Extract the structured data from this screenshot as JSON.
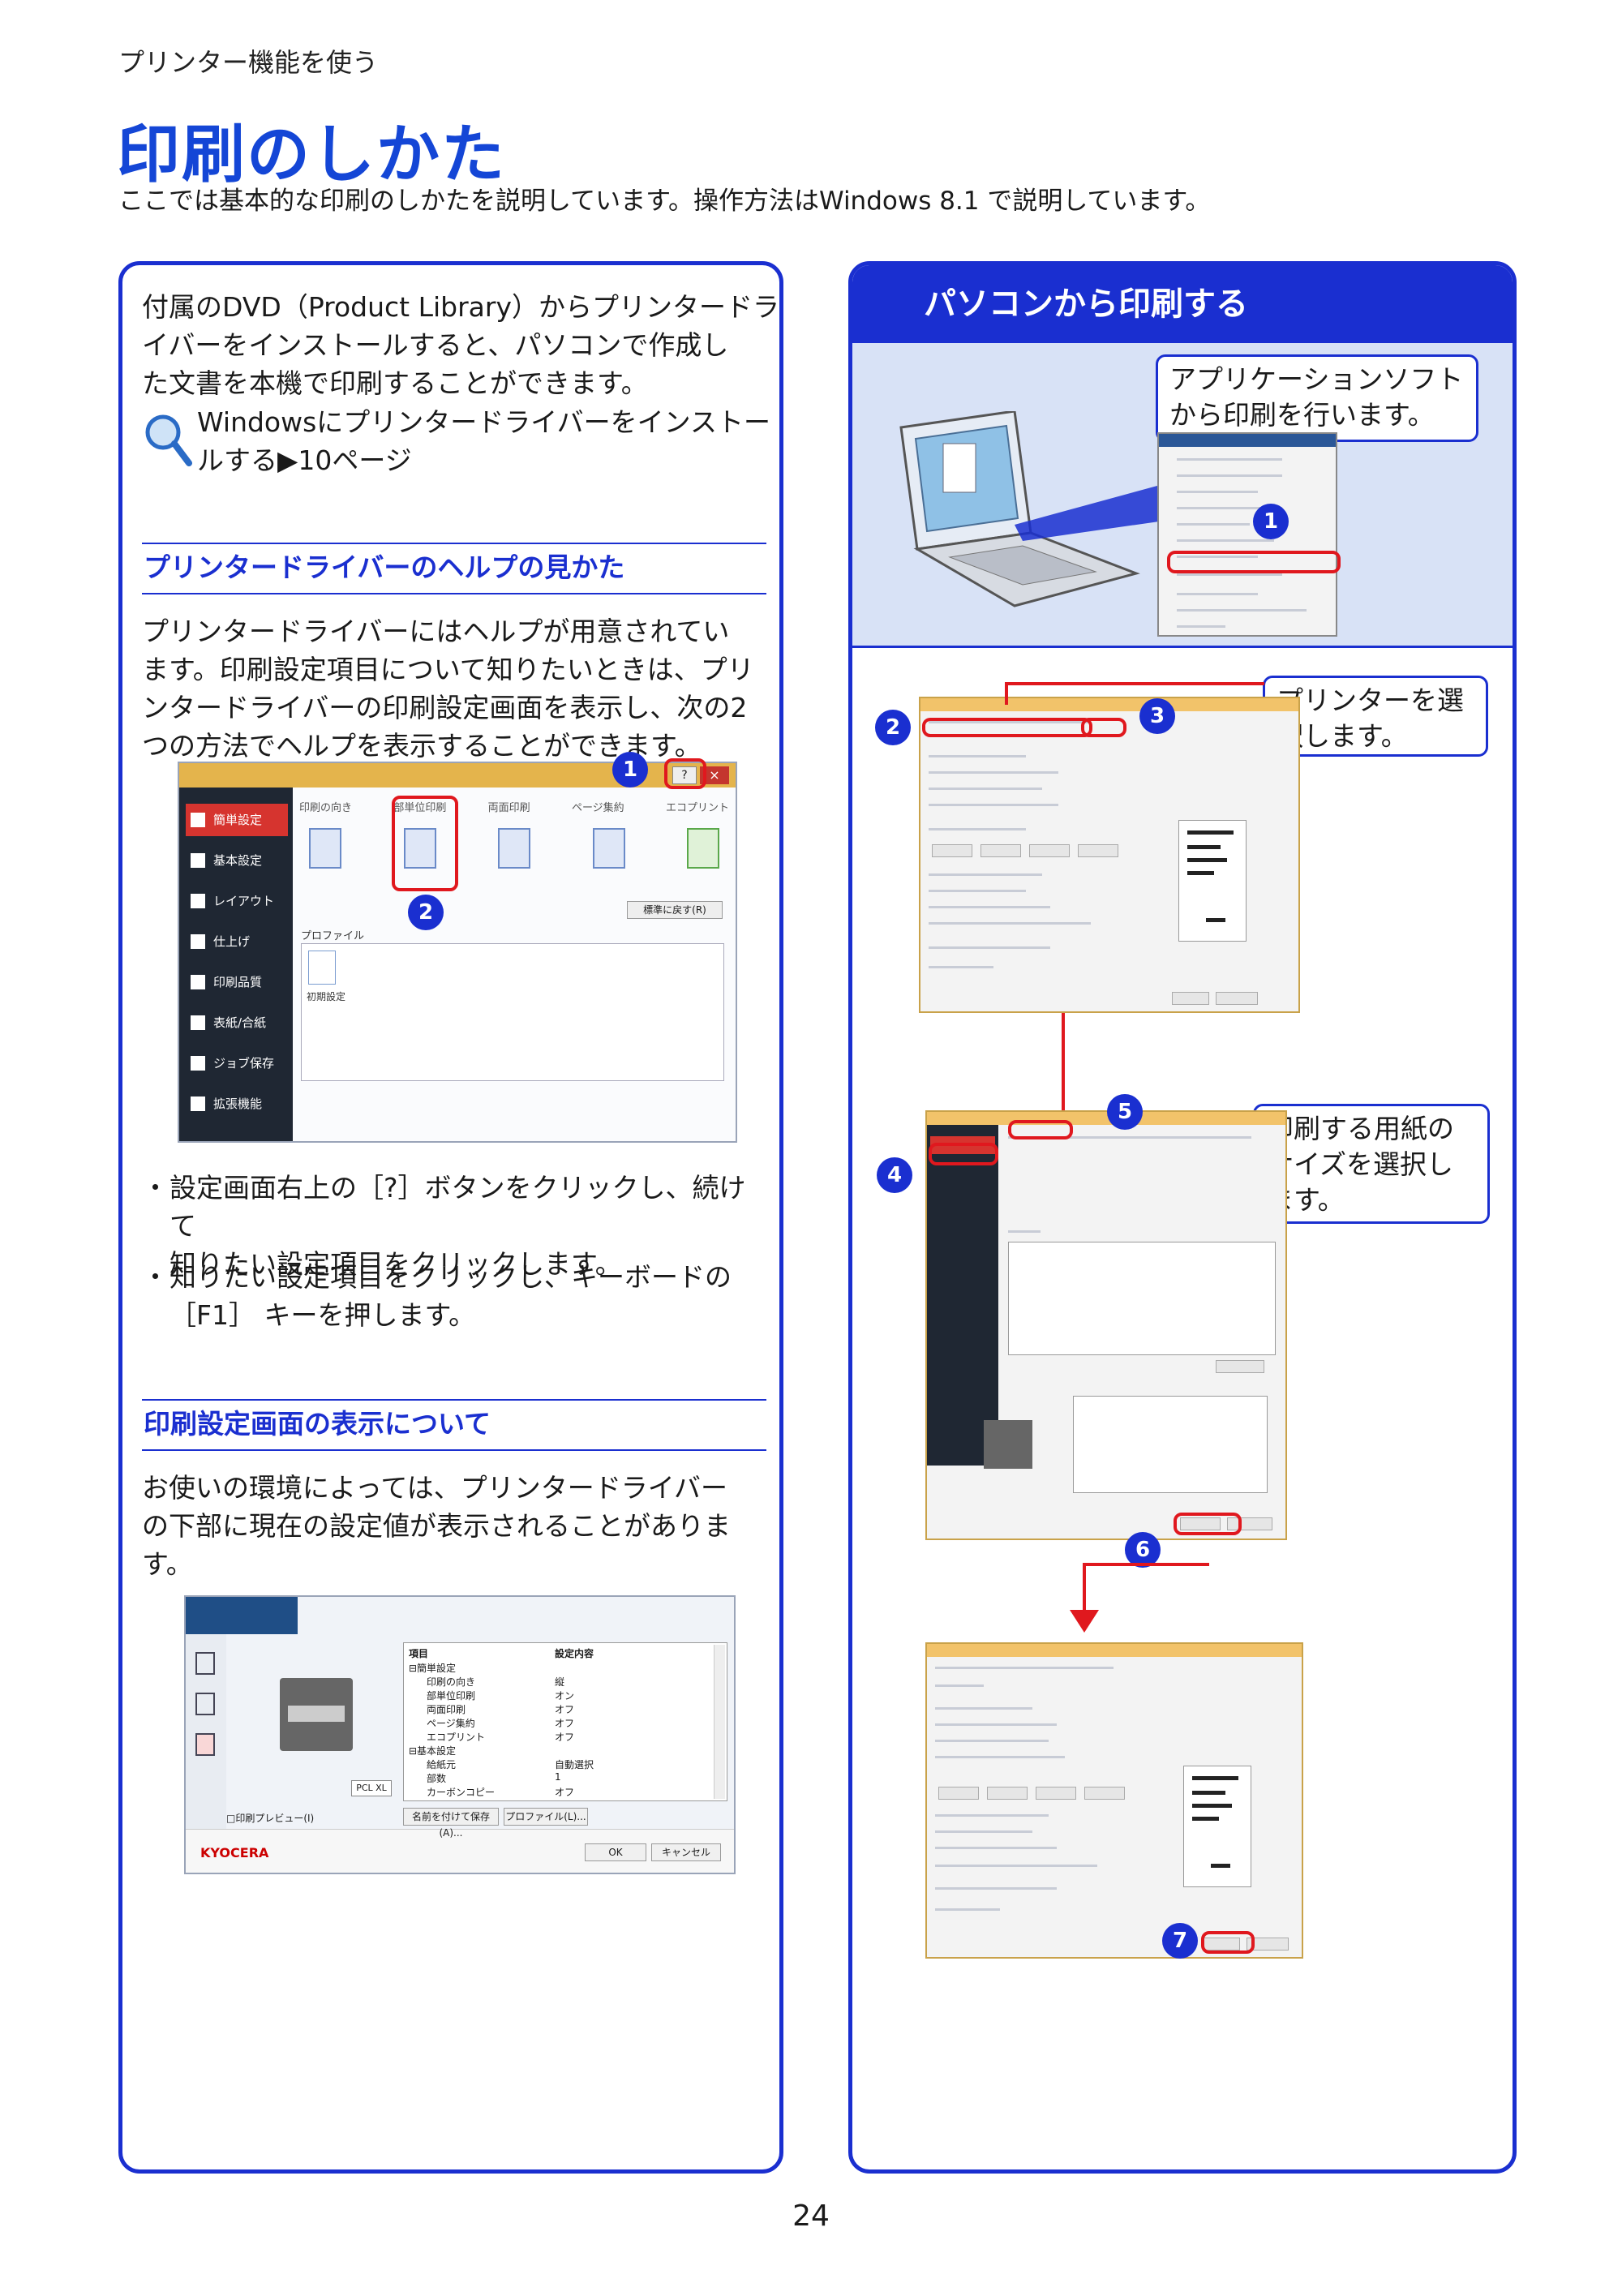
{
  "header": {
    "breadcrumb": "プリンター機能を使う",
    "title": "印刷のしかた",
    "intro": "ここでは基本的な印刷のしかたを説明しています。操作方法はWindows 8.1 で説明しています。"
  },
  "left": {
    "p1_line1": "付属のDVD（Product Library）からプリンタードラ",
    "p1_line2": "イバーをインストールすると、パソコンで作成し",
    "p1_line3": "た文書を本機で印刷することができます。",
    "ref_line1": "Windowsにプリンタードライバーをインストー",
    "ref_line2": "ルする▶10ページ",
    "sub1": "プリンタードライバーのヘルプの見かた",
    "p2_line1": "プリンタードライバーにはヘルプが用意されてい",
    "p2_line2": "ます。印刷設定項目について知りたいときは、プリ",
    "p2_line3": "ンタードライバーの印刷設定画面を表示し、次の2",
    "p2_line4": "つの方法でヘルプを表示することができます。",
    "bullet_dot": "・",
    "bullet1_line1": "設定画面右上の［?］ボタンをクリックし、続けて",
    "bullet1_line2": "知りたい設定項目をクリックします。",
    "bullet2_line1": "知りたい設定項目をクリックし、キーボードの",
    "bullet2_line2": "［F1］ キーを押します。",
    "sub2": "印刷設定画面の表示について",
    "p3_line1": "お使いの環境によっては、プリンタードライバー",
    "p3_line2": "の下部に現在の設定値が表示されることがありま",
    "p3_line3": "す。"
  },
  "driver_shot": {
    "help_btn": "?",
    "close_btn": "×",
    "sidebar": [
      "簡単設定",
      "基本設定",
      "レイアウト",
      "仕上げ",
      "印刷品質",
      "表紙/合紙",
      "ジョブ保存",
      "拡張機能"
    ],
    "tabs": [
      "印刷の向き",
      "部単位印刷",
      "両面印刷",
      "ページ集約",
      "エコプリント"
    ],
    "reset_btn": "標準に戻す(R)",
    "profile_label": "プロファイル",
    "profile_doc": "初期設定"
  },
  "summary_shot": {
    "col_item": "項目",
    "col_value": "設定内容",
    "rows": [
      [
        "⊟簡単設定",
        ""
      ],
      [
        "印刷の向き",
        "縦"
      ],
      [
        "部単位印刷",
        "オン"
      ],
      [
        "両面印刷",
        "オフ"
      ],
      [
        "ページ集約",
        "オフ"
      ],
      [
        "エコプリント",
        "オフ"
      ],
      [
        "⊟基本設定",
        ""
      ],
      [
        "給紙元",
        "自動選択"
      ],
      [
        "部数",
        "1"
      ],
      [
        "カーボンコピー",
        "オフ"
      ]
    ],
    "pcl": "PCL XL",
    "preview_chk": "□印刷プレビュー(I)",
    "save_btn": "名前を付けて保存(A)...",
    "profile_btn": "プロファイル(L)...",
    "ok_btn": "OK",
    "cancel_btn": "キャンセル",
    "brand": "KYOCERA"
  },
  "right": {
    "title": "パソコンから印刷する",
    "callout1": "アプリケーションソフトから印刷を行います。",
    "callout2": "プリンターを選択します。",
    "callout3": "印刷する用紙のサイズを選択します。"
  },
  "badges": [
    "1",
    "2",
    "3",
    "4",
    "5",
    "6",
    "7"
  ],
  "page_number": "24",
  "colors": {
    "accent_blue": "#1a2fd0",
    "title_blue": "#1446d6",
    "highlight_red": "#e0181e"
  }
}
